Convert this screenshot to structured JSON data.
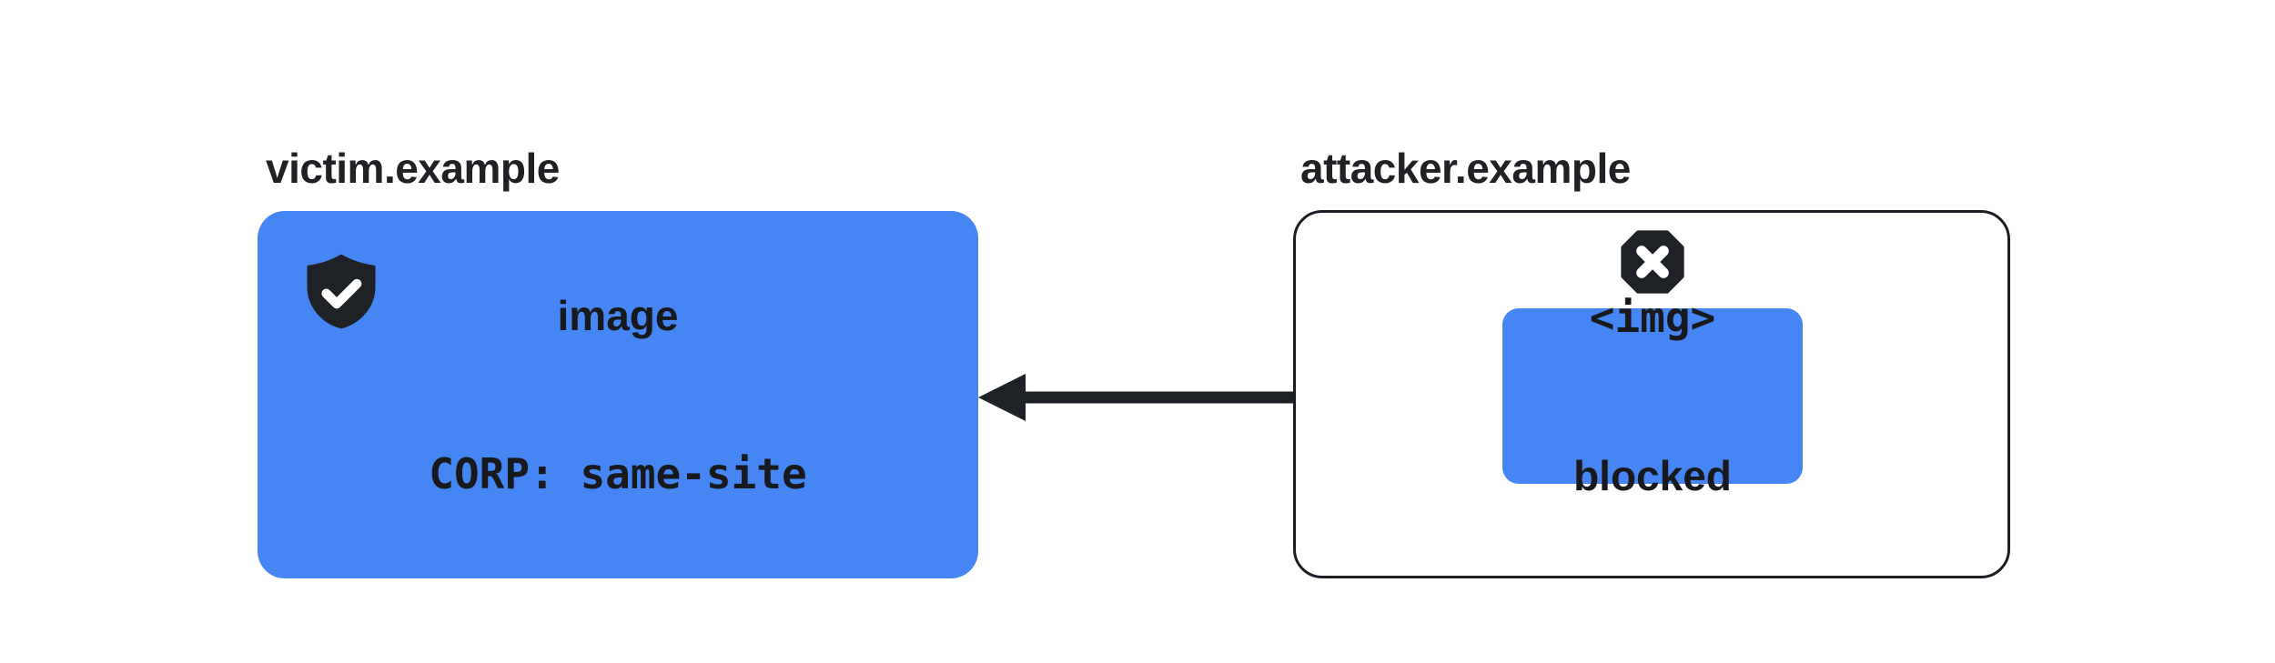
{
  "diagram": {
    "victim": {
      "domain_label": "victim.example",
      "box_line1": "image",
      "box_line2": "CORP: same-site",
      "icon": "shield-check-icon"
    },
    "attacker": {
      "domain_label": "attacker.example",
      "request_line1": "<img>",
      "request_line2": "blocked",
      "icon": "blocked-octagon-x-icon"
    },
    "arrow": {
      "direction": "right-to-left"
    },
    "colors": {
      "resource_blue": "#4686f4",
      "ink_dark": "#1e2126",
      "outline_dark": "#1b1e24",
      "label_text": "#202124",
      "box_text": "#17191d",
      "icon_glyph_white": "#ffffff",
      "background": "#ffffff"
    }
  }
}
